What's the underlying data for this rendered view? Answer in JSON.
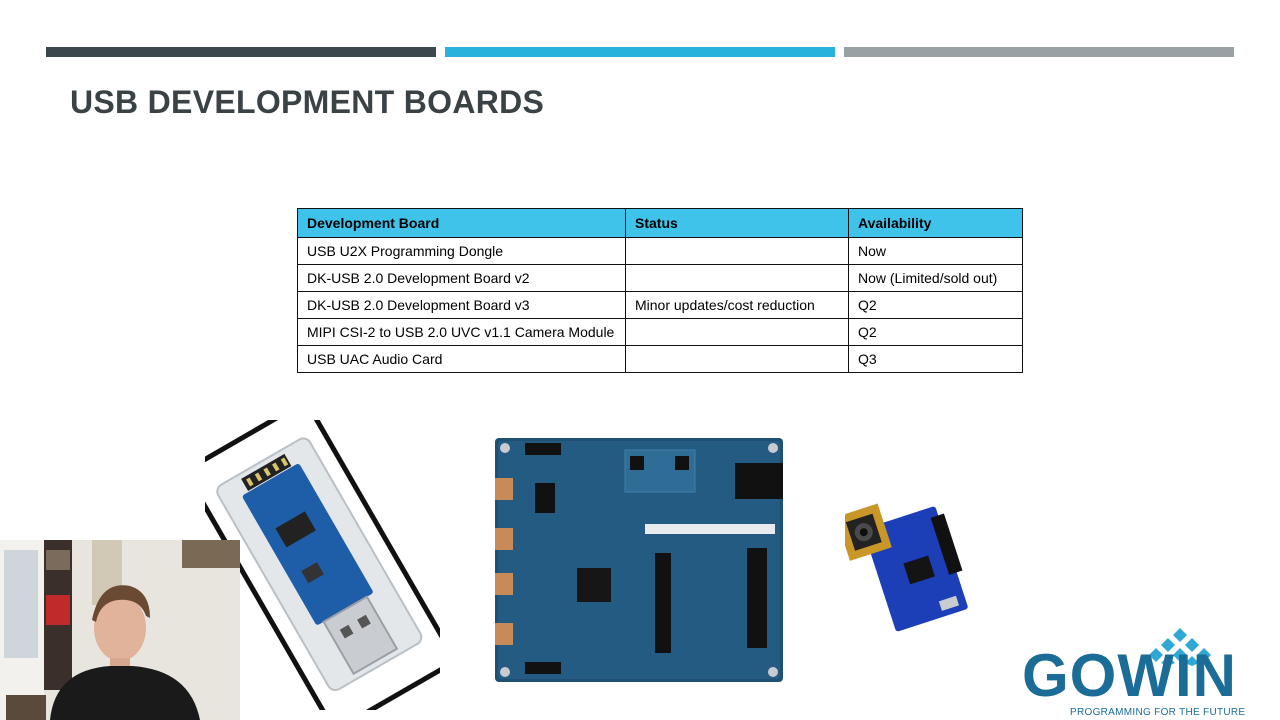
{
  "slide": {
    "title": "USB DEVELOPMENT BOARDS"
  },
  "table": {
    "headers": [
      "Development Board",
      "Status",
      "Availability"
    ],
    "rows": [
      [
        "USB U2X Programming Dongle",
        "",
        "Now"
      ],
      [
        "DK-USB 2.0 Development Board v2",
        "",
        "Now (Limited/sold out)"
      ],
      [
        "DK-USB 2.0 Development Board v3",
        "Minor updates/cost reduction",
        "Q2"
      ],
      [
        "MIPI CSI-2 to USB 2.0 UVC v1.1 Camera Module",
        "",
        "Q2"
      ],
      [
        "USB UAC Audio Card",
        "",
        "Q3"
      ]
    ]
  },
  "logo": {
    "wordmark": "GOWIN",
    "tagline": "PROGRAMMING FOR THE FUTURE"
  },
  "colors": {
    "bar_dark": "#3c474b",
    "bar_accent": "#28b2dc",
    "bar_gray": "#9aa1a5",
    "header_fill": "#3fc3ea",
    "brand": "#1b6d97"
  }
}
